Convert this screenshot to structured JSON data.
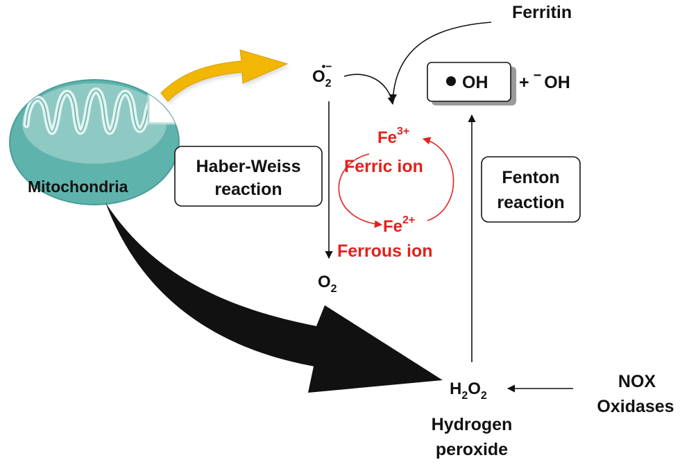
{
  "labels": {
    "mitochondria": "Mitochondria",
    "ferritin": "Ferritin",
    "superoxide": "O",
    "superoxide_sub": "2",
    "superoxide_sup": "•−",
    "hydroxyl": "OH",
    "plus": "+",
    "minus": "−",
    "hydroxide": "OH",
    "haber_weiss_line1": "Haber-Weiss",
    "haber_weiss_line2": "reaction",
    "fe3": "Fe",
    "fe3_sup": "3+",
    "ferric": "Ferric ion",
    "fe2": "Fe",
    "fe2_sup": "2+",
    "ferrous": "Ferrous ion",
    "oxygen": "O",
    "oxygen_sub": "2",
    "fenton_line1": "Fenton",
    "fenton_line2": "reaction",
    "h2o2_h": "H",
    "h2o2_sub1": "2",
    "h2o2_o": "O",
    "h2o2_sub2": "2",
    "hydrogen": "Hydrogen",
    "peroxide": "peroxide",
    "nox": "NOX",
    "oxidases": "Oxidases"
  },
  "colors": {
    "mito_fill": "#5fb3ad",
    "mito_inner": "#b9dcd8",
    "mito_crista": "#8fc9c3",
    "yellow_arrow": "#f2b705",
    "red": "#e3211c",
    "black": "#111111"
  }
}
